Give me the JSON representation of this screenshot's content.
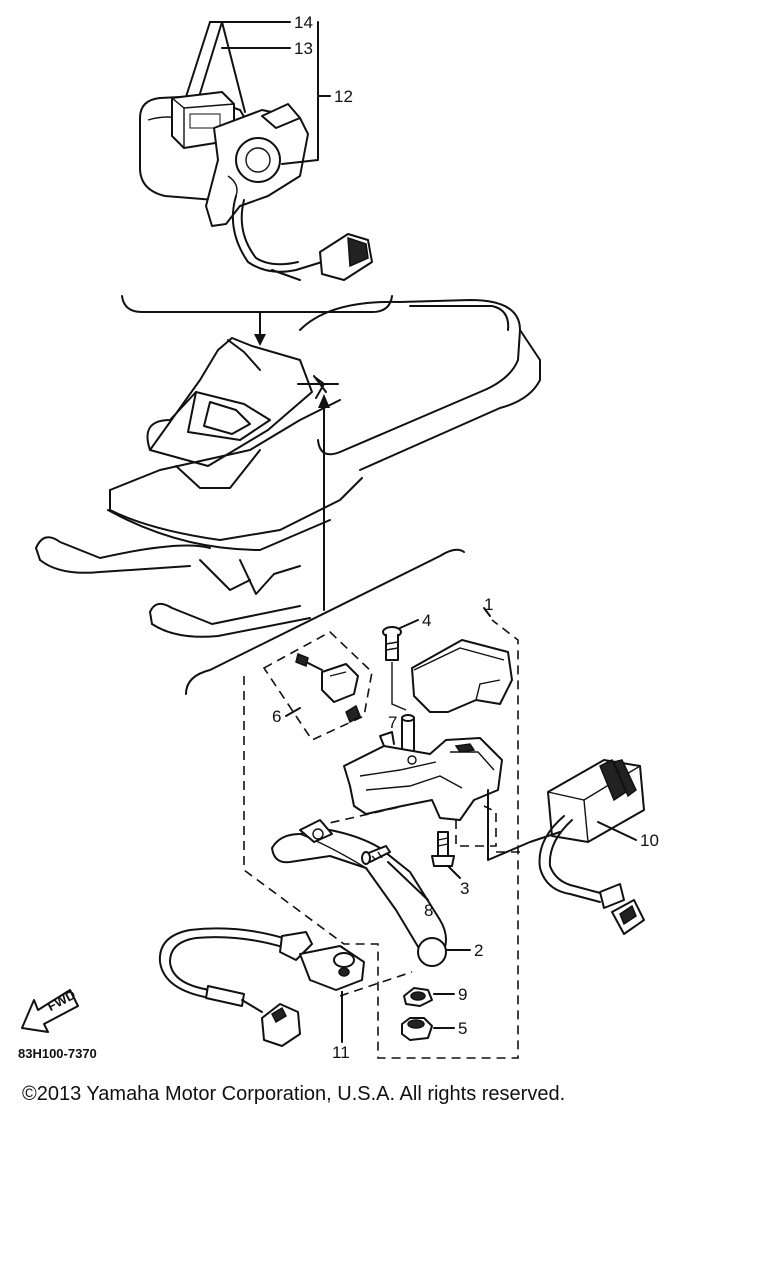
{
  "diagram": {
    "callouts": {
      "c1": "1",
      "c2": "2",
      "c3": "3",
      "c4": "4",
      "c5": "5",
      "c6": "6",
      "c7": "7",
      "c8": "8",
      "c9": "9",
      "c10": "10",
      "c11": "11",
      "c12": "12",
      "c13": "13",
      "c14": "14"
    },
    "fwd_label": "FWD",
    "diagram_code": "83H100-7370"
  },
  "footer": {
    "copyright": "©2013 Yamaha Motor Corporation, U.S.A. All rights reserved."
  }
}
